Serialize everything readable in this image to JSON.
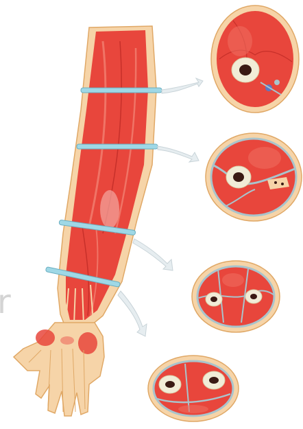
{
  "figure": {
    "watermark_glyph": "r",
    "colors": {
      "skin": "#f6d4a8",
      "skin_outline": "#e0a866",
      "muscle": "#e8463c",
      "muscle_light": "#ef6b5e",
      "fascia": "#a9c4cc",
      "bone": "#f1ecd7",
      "marrow": "#3a1a14",
      "probe": "#9fd8e6",
      "arrow": "#e6edf0"
    },
    "levels": [
      {
        "name": "upper-arm-level"
      },
      {
        "name": "distal-upper-arm-level"
      },
      {
        "name": "proximal-forearm-level"
      },
      {
        "name": "distal-forearm-level"
      }
    ],
    "cross_sections": [
      {
        "name": "cross-section-upper-arm",
        "bones": 1
      },
      {
        "name": "cross-section-distal-upper-arm",
        "bones": 1
      },
      {
        "name": "cross-section-proximal-forearm",
        "bones": 2
      },
      {
        "name": "cross-section-distal-forearm",
        "bones": 2
      }
    ]
  }
}
